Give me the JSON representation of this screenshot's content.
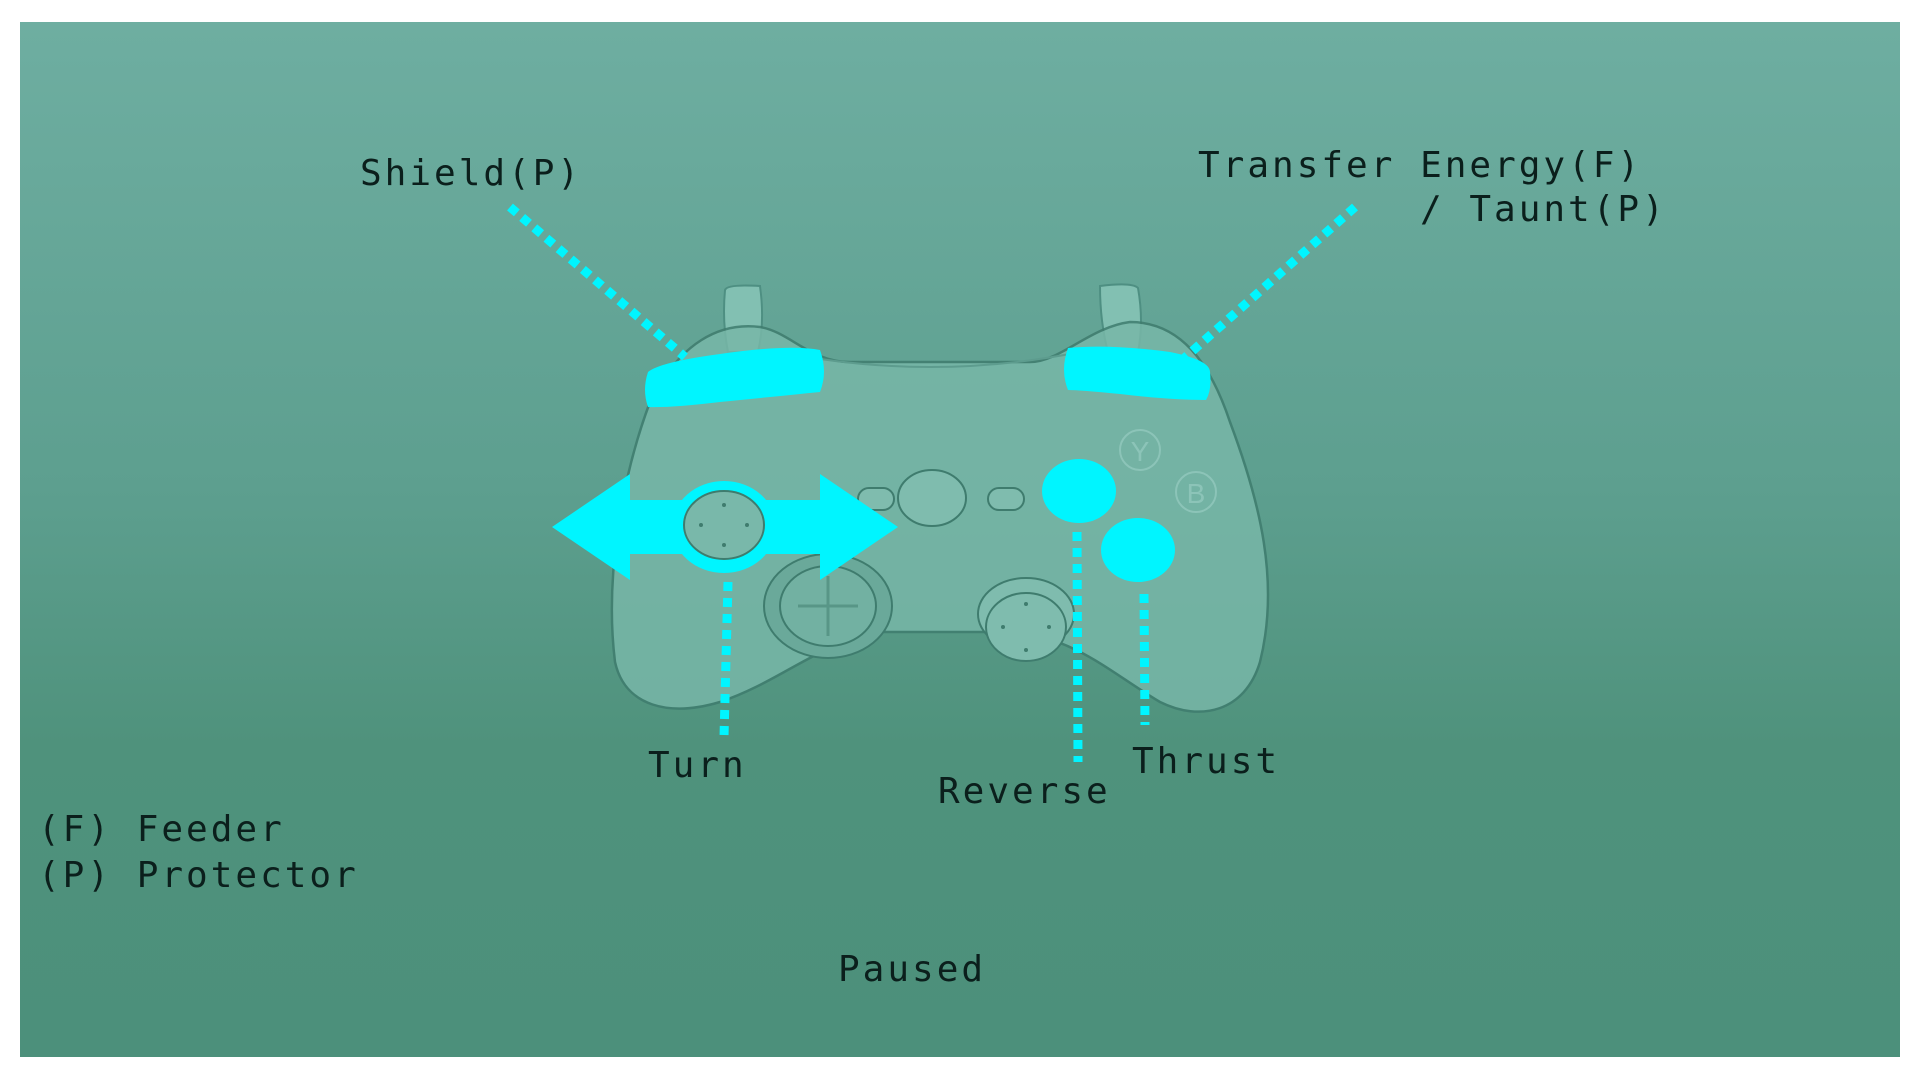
{
  "screen": "pause",
  "callouts": {
    "shield": "Shield(P)",
    "transfer_line1": "Transfer Energy(F)",
    "transfer_line2": "/ Taunt(P)",
    "turn": "Turn",
    "reverse": "Reverse",
    "thrust": "Thrust"
  },
  "legend": {
    "feeder": "(F) Feeder",
    "protector": "(P) Protector"
  },
  "status": "Paused",
  "controller_button_letters": {
    "y": "Y",
    "b": "B"
  },
  "colors": {
    "highlight": "#00f5ff",
    "background_top": "#6eaea1",
    "background_bottom": "#4c907b",
    "controller": "#79b8aa",
    "text": "#0b1f1c"
  },
  "icons": [
    "gamepad-icon",
    "left-right-arrow-icon"
  ]
}
